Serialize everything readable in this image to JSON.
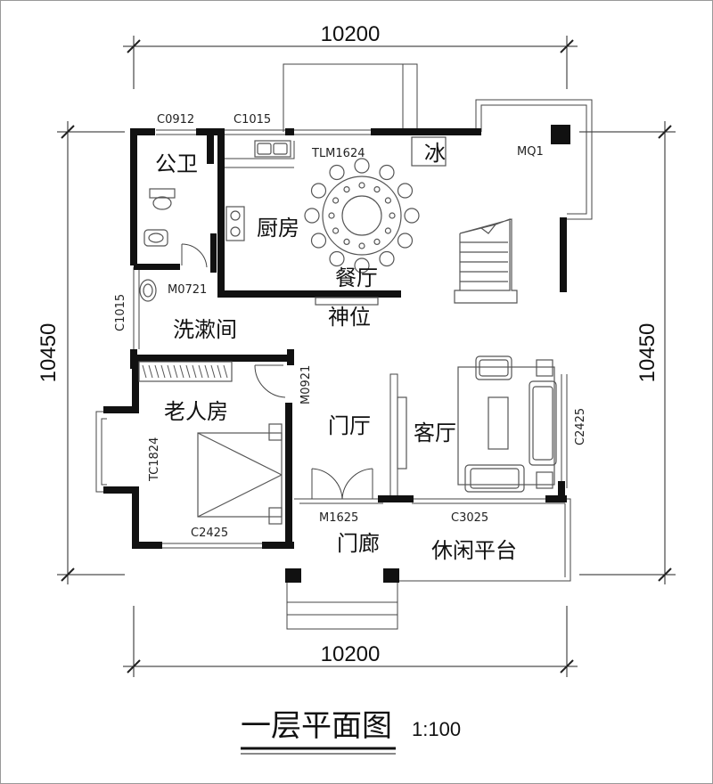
{
  "dimensions": {
    "top": "10200",
    "bottom": "10200",
    "left": "10450",
    "right": "10450"
  },
  "openings": {
    "c0912": "C0912",
    "c1015_top": "C1015",
    "tlm1624": "TLM1624",
    "mq1": "MQ1",
    "m0721": "M0721",
    "c1015_side": "C1015",
    "m0921": "M0921",
    "tc1824": "TC1824",
    "c2425_bottom": "C2425",
    "m1625": "M1625",
    "c3025": "C3025",
    "c2425_side": "C2425"
  },
  "rooms": {
    "public_wc": "公卫",
    "kitchen": "厨房",
    "dining": "餐厅",
    "fridge": "冰",
    "shrine": "神位",
    "wash_room": "洗漱间",
    "elder_room": "老人房",
    "foyer": "门厅",
    "living": "客厅",
    "porch": "门廊",
    "terrace": "休闲平台"
  },
  "title": {
    "name": "一层平面图",
    "scale": "1:100"
  }
}
